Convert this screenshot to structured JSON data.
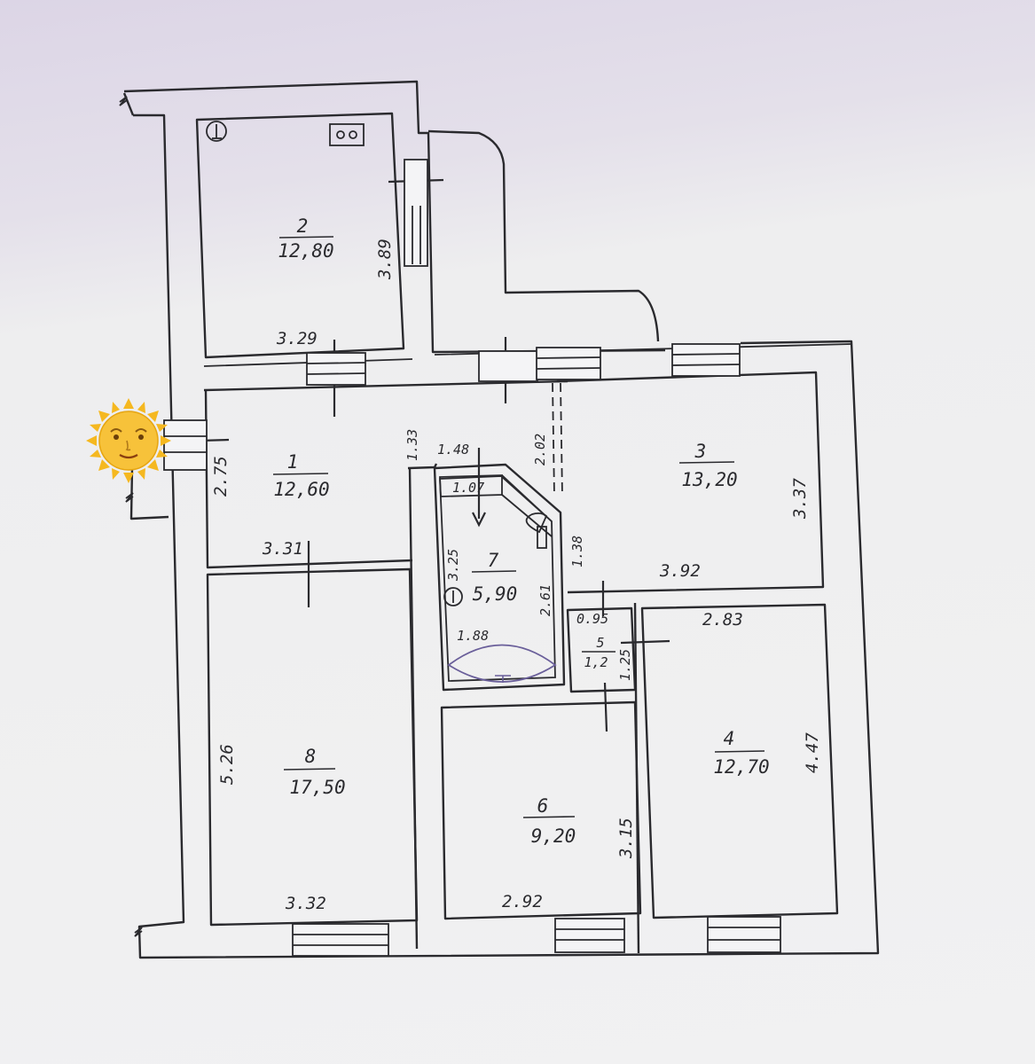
{
  "rooms": [
    {
      "id": "r2",
      "number": "2",
      "area": "12,80"
    },
    {
      "id": "r1",
      "number": "1",
      "area": "12,60"
    },
    {
      "id": "r3",
      "number": "3",
      "area": "13,20"
    },
    {
      "id": "r7",
      "number": "7",
      "area": "5,90"
    },
    {
      "id": "r5",
      "number": "5",
      "area": "1,2"
    },
    {
      "id": "r8",
      "number": "8",
      "area": "17,50"
    },
    {
      "id": "r6",
      "number": "6",
      "area": "9,20"
    },
    {
      "id": "r4",
      "number": "4",
      "area": "12,70"
    }
  ],
  "dimensions": {
    "r2_height": "3.89",
    "r2_width": "3.29",
    "r1_height": "2.75",
    "r1_width": "3.31",
    "corridor_a": "1.33",
    "corridor_b": "1.48",
    "corridor_c": "2.02",
    "bath_top": "1.07",
    "bath_left": "3.25",
    "bath_right": "2.61",
    "bath_bottom": "1.88",
    "diag": "1.38",
    "r3_height": "3.37",
    "r3_width": "3.92",
    "r5_width": "0.95",
    "r5_height": "1.25",
    "r4_width": "2.83",
    "r4_height": "4.47",
    "r8_height": "5.26",
    "r8_width": "3.32",
    "r6_height": "3.15",
    "r6_width": "2.92"
  },
  "icons": {
    "sun": "sun-emoji-icon",
    "stove": "stove-icon",
    "sink": "sink-icon",
    "toilet": "toilet-icon",
    "bathtub": "bathtub-icon",
    "heater": "water-heater-icon"
  },
  "colors": {
    "ink": "#2a2a2e",
    "bath_ink": "#6a5f9a",
    "sun": "#f5b820"
  }
}
